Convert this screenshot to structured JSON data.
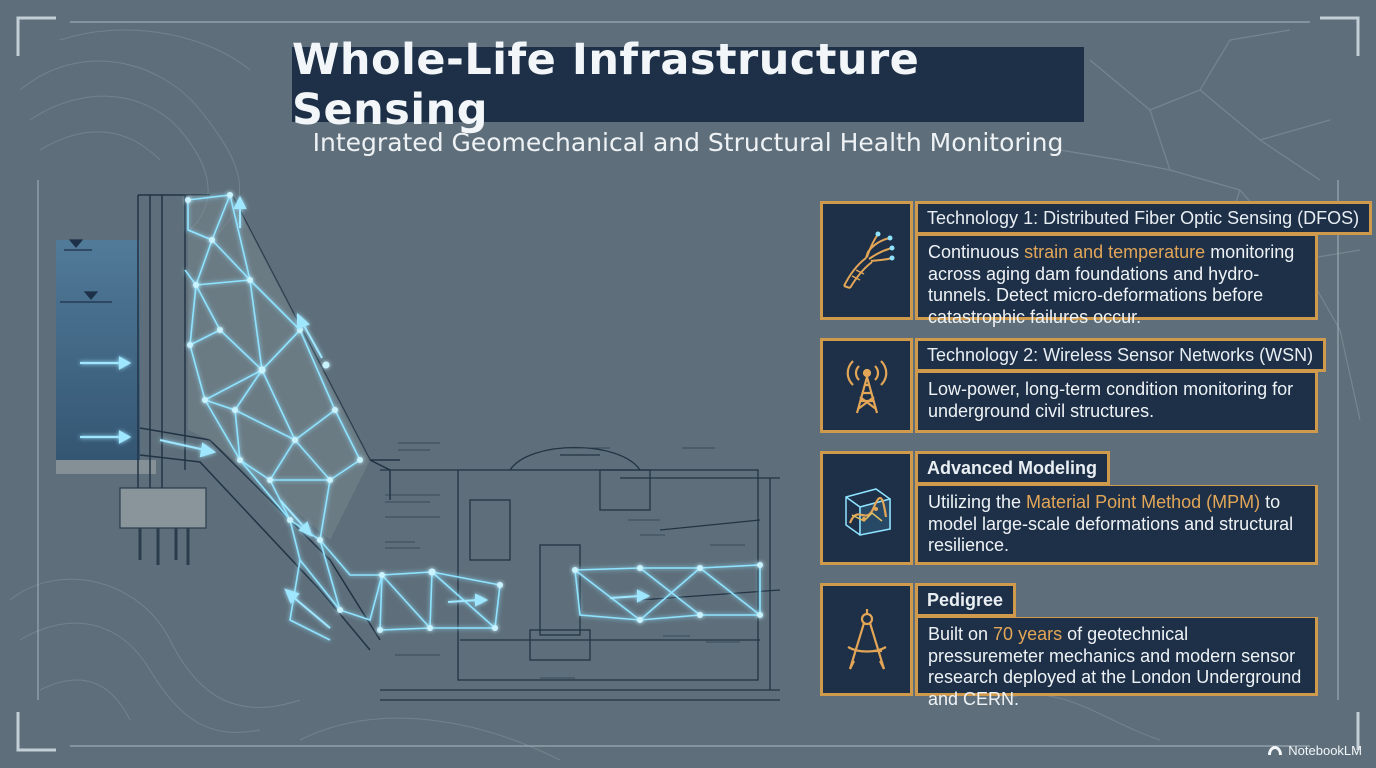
{
  "header": {
    "title": "Whole-Life Infrastructure Sensing",
    "subtitle": "Integrated Geomechanical and Structural Health Monitoring"
  },
  "cards": [
    {
      "icon": "fiber-optic-icon",
      "title": "Technology 1: Distributed Fiber Optic Sensing (DFOS)",
      "body_before": "Continuous ",
      "body_highlight": "strain and temperature",
      "body_after": " monitoring across aging dam foundations and hydro-tunnels. Detect micro-deformations before catastrophic failures occur."
    },
    {
      "icon": "wireless-tower-icon",
      "title": "Technology 2: Wireless Sensor Networks (WSN)",
      "body": "Low-power, long-term condition monitoring for underground civil structures."
    },
    {
      "icon": "3d-model-icon",
      "title": "Advanced Modeling",
      "body_before": "Utilizing the ",
      "body_highlight": "Material Point Method (MPM)",
      "body_after": " to model large-scale deformations and structural resilience."
    },
    {
      "icon": "compass-icon",
      "title": "Pedigree",
      "body_before": "Built on ",
      "body_highlight": "70 years",
      "body_after": " of geotechnical pressuremeter mechanics and modern sensor research deployed at the London Underground and CERN."
    }
  ],
  "brand": {
    "label": "NotebookLM"
  },
  "colors": {
    "background": "#5e6f7b",
    "panel": "#1d3048",
    "accent": "#d09a4c",
    "highlight": "#e3a657",
    "sensor_glow": "#8fe3ff"
  }
}
